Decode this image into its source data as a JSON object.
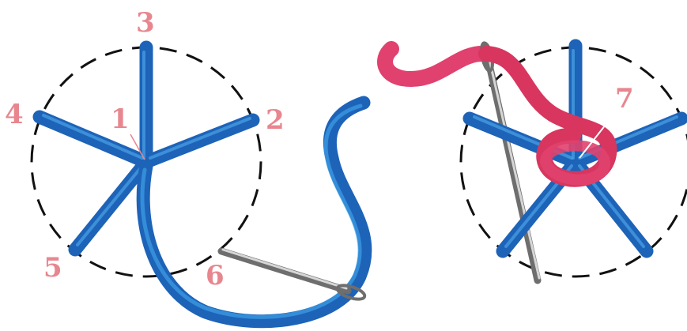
{
  "colors": {
    "spoke": "#1f6fc4",
    "spoke_highlight": "#4aa3e6",
    "thread_blue": "#2b8fd8",
    "thread_red": "#e0416e",
    "needle": "#9a9a9a",
    "circle": "#111111",
    "label": "#e8868f"
  },
  "left_figure": {
    "labels": [
      "1",
      "2",
      "3",
      "4",
      "5",
      "6"
    ]
  },
  "right_figure": {
    "labels": [
      "7"
    ]
  }
}
